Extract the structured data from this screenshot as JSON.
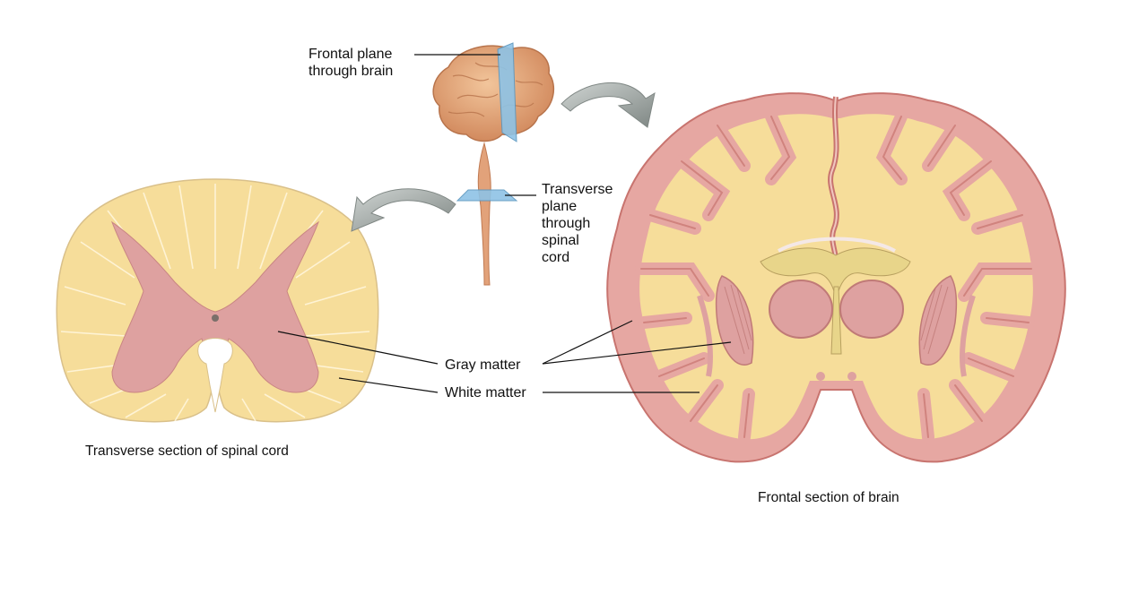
{
  "labels": {
    "frontal_plane": [
      "Frontal plane",
      "through brain"
    ],
    "transverse_plane": [
      "Transverse",
      "plane",
      "through",
      "spinal",
      "cord"
    ],
    "gray_matter": "Gray matter",
    "white_matter": "White matter"
  },
  "captions": {
    "spinal_cord": "Transverse section of spinal cord",
    "brain": "Frontal section of brain"
  },
  "colors": {
    "white_matter": "#f6dd9a",
    "gray_matter": "#dea1a0",
    "cortex": "#e6a7a2",
    "cortex_edge": "#c8746f",
    "plane": "#8ec3e6",
    "arrow": "#9aa2a0",
    "brain_exterior": "#e2a27a",
    "label_line": "#111111"
  }
}
